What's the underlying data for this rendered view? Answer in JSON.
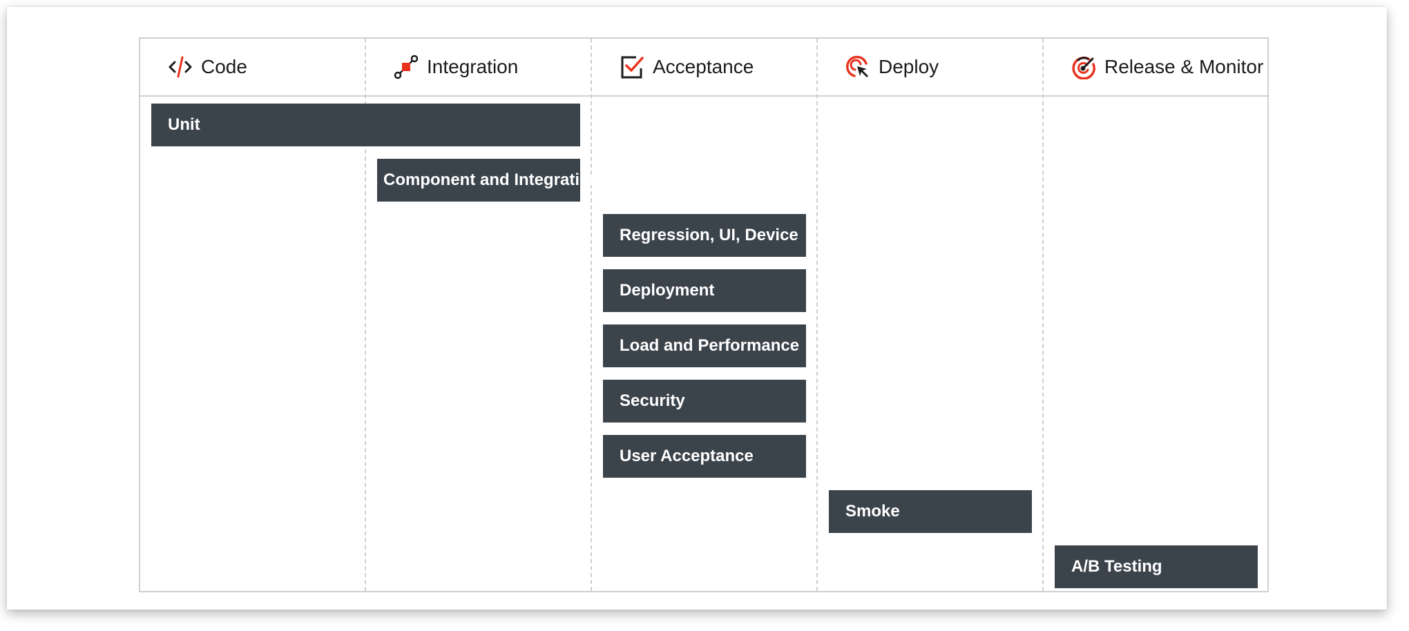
{
  "stages": [
    {
      "label": "Code",
      "icon": "code-icon"
    },
    {
      "label": "Integration",
      "icon": "integration-icon"
    },
    {
      "label": "Acceptance",
      "icon": "checkbox-icon"
    },
    {
      "label": "Deploy",
      "icon": "cursor-target-icon"
    },
    {
      "label": "Release & Monitor",
      "icon": "gauge-icon"
    }
  ],
  "tests": [
    {
      "label": "Unit"
    },
    {
      "label": "Component and Integration"
    },
    {
      "label": "Regression, UI, Device"
    },
    {
      "label": "Deployment"
    },
    {
      "label": "Load and Performance"
    },
    {
      "label": "Security"
    },
    {
      "label": "User Acceptance"
    },
    {
      "label": "Smoke"
    },
    {
      "label": "A/B Testing"
    }
  ],
  "colors": {
    "accent": "#e8321e",
    "bar": "#3b434b",
    "icon_dark": "#1a1a1a",
    "grid_line": "#cfcfcf"
  }
}
